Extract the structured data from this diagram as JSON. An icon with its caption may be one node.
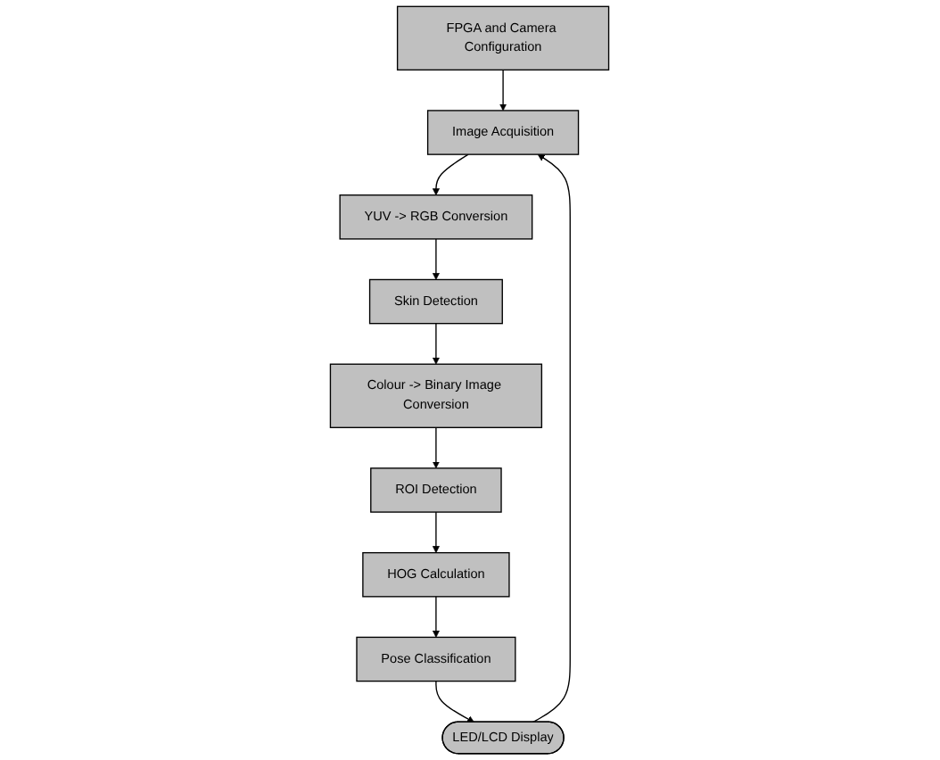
{
  "diagram": {
    "nodes": [
      {
        "text": [
          "FPGA and Camera Configuration"
        ]
      },
      {
        "text": [
          "Image Acquisition"
        ]
      },
      {
        "text": [
          "YUV -> RGB Conversion"
        ]
      },
      {
        "text": [
          "Skin Detection"
        ]
      },
      {
        "text": [
          "Colour -> Binary Image Conversion"
        ]
      },
      {
        "text": [
          "ROI Detection"
        ]
      },
      {
        "text": [
          "HOG Calculation"
        ]
      },
      {
        "text": [
          "Pose Classification"
        ]
      },
      {
        "text": [
          "LED/LCD Display"
        ]
      }
    ],
    "edges": [
      {
        "from": 0,
        "to": 1,
        "arrow": "to"
      },
      {
        "from": 1,
        "to": 2,
        "arrow": "to"
      },
      {
        "from": 2,
        "to": 3,
        "arrow": "to"
      },
      {
        "from": 3,
        "to": 4,
        "arrow": "to"
      },
      {
        "from": 4,
        "to": 5,
        "arrow": "to"
      },
      {
        "from": 5,
        "to": 6,
        "arrow": "to"
      },
      {
        "from": 6,
        "to": 7,
        "arrow": "to"
      },
      {
        "from": 7,
        "to": 8,
        "arrow": "to"
      },
      {
        "from": 8,
        "to": 1,
        "arrow": "to"
      }
    ]
  }
}
